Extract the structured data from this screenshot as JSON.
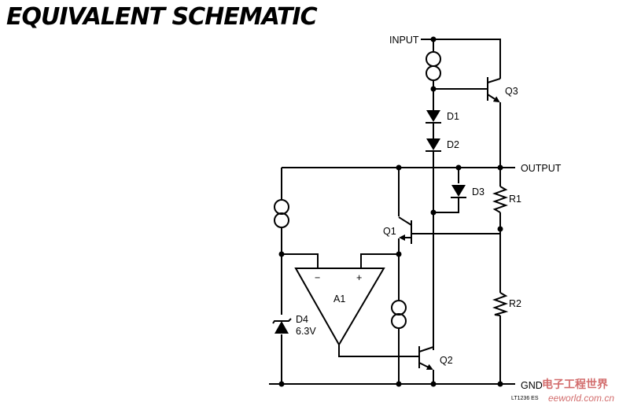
{
  "title": "EQUIVALENT SCHEMATIC",
  "labels": {
    "input": "INPUT",
    "output": "OUTPUT",
    "gnd": "GND",
    "q1": "Q1",
    "q2": "Q2",
    "q3": "Q3",
    "d1": "D1",
    "d2": "D2",
    "d3": "D3",
    "d4": "D4",
    "d4_value": "6.3V",
    "r1": "R1",
    "r2": "R2",
    "a1": "A1",
    "a1_minus": "−",
    "a1_plus": "+",
    "drawing_code": "LT1236 ES"
  },
  "watermark": {
    "chinese": "电子工程世界",
    "url": "eeworld.com.cn"
  },
  "colors": {
    "ink": "#000000",
    "watermark": "#c43c3c"
  }
}
